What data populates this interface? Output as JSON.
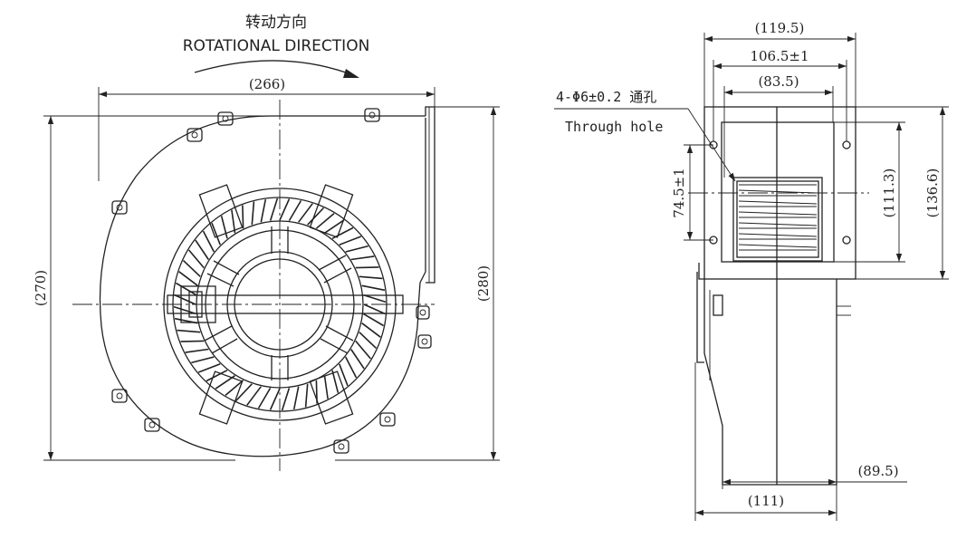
{
  "rotation": {
    "label_cn": "转动方向",
    "label_en": "ROTATIONAL DIRECTION"
  },
  "front_view": {
    "width_dim": "(266)",
    "height_dim_left": "(270)",
    "height_dim_right": "(280)"
  },
  "side_view": {
    "top_dim_1": "(119.5)",
    "top_dim_2": "106.5±1",
    "top_dim_3": "(83.5)",
    "hole_note_cn": "4-Φ6±0.2 通孔",
    "hole_note_en": "Through hole",
    "hole_spacing_dim": "74.5±1",
    "inner_height_dim": "(111.3)",
    "outer_height_dim": "(136.6)",
    "bottom_dim_1": "(89.5)",
    "bottom_dim_2": "(111)"
  }
}
